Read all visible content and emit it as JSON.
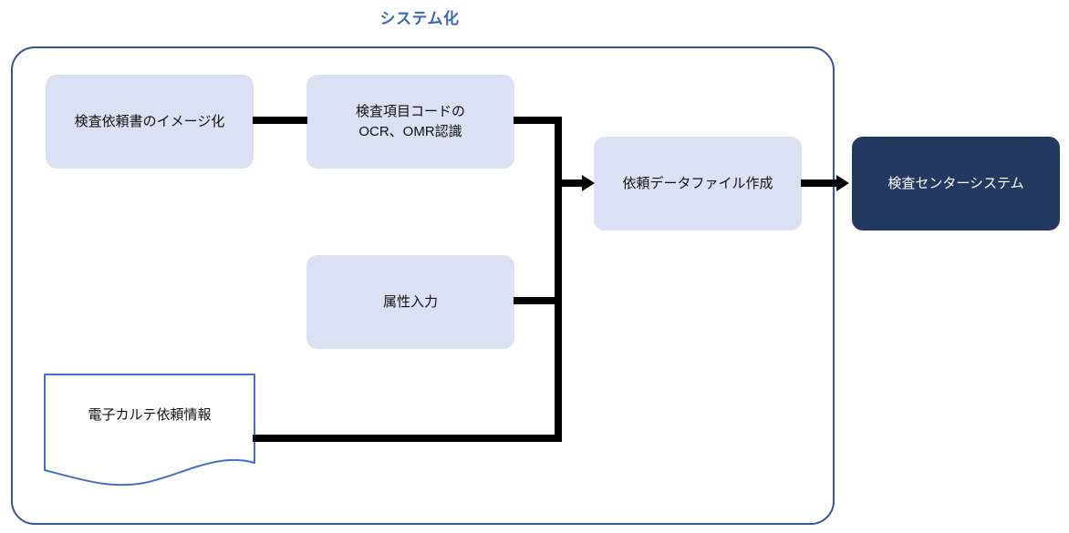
{
  "diagram": {
    "title": "システム化",
    "title_color": "#3a6bb5",
    "frame": {
      "name": "system-boundary",
      "border_color": "#32559b"
    },
    "colors": {
      "process_fill": "#d9e1f2",
      "terminal_fill": "#23395f",
      "terminal_text": "#ffffff",
      "connector": "#000000",
      "document_border": "#4472c4"
    },
    "nodes": [
      {
        "id": "image-capture",
        "label": "検査依頼書のイメージ化",
        "type": "process"
      },
      {
        "id": "ocr-omr",
        "label": "検査項目コードの\nOCR、OMR認識",
        "type": "process"
      },
      {
        "id": "attribute-input",
        "label": "属性入力",
        "type": "process"
      },
      {
        "id": "emr-request-info",
        "label": "電子カルテ依頼情報",
        "type": "document"
      },
      {
        "id": "request-data-file",
        "label": "依頼データファイル作成",
        "type": "process"
      },
      {
        "id": "lab-center-system",
        "label": "検査センターシステム",
        "type": "terminal"
      }
    ],
    "edges": [
      {
        "id": "edge-image-to-ocr",
        "from": "image-capture",
        "to": "ocr-omr",
        "arrow": false
      },
      {
        "id": "edge-ocr-to-file",
        "from": "ocr-omr",
        "to": "request-data-file",
        "arrow": true
      },
      {
        "id": "edge-attr-to-file",
        "from": "attribute-input",
        "to": "request-data-file",
        "arrow": true
      },
      {
        "id": "edge-emr-to-file",
        "from": "emr-request-info",
        "to": "request-data-file",
        "arrow": true
      },
      {
        "id": "edge-file-to-center",
        "from": "request-data-file",
        "to": "lab-center-system",
        "arrow": true
      }
    ]
  }
}
